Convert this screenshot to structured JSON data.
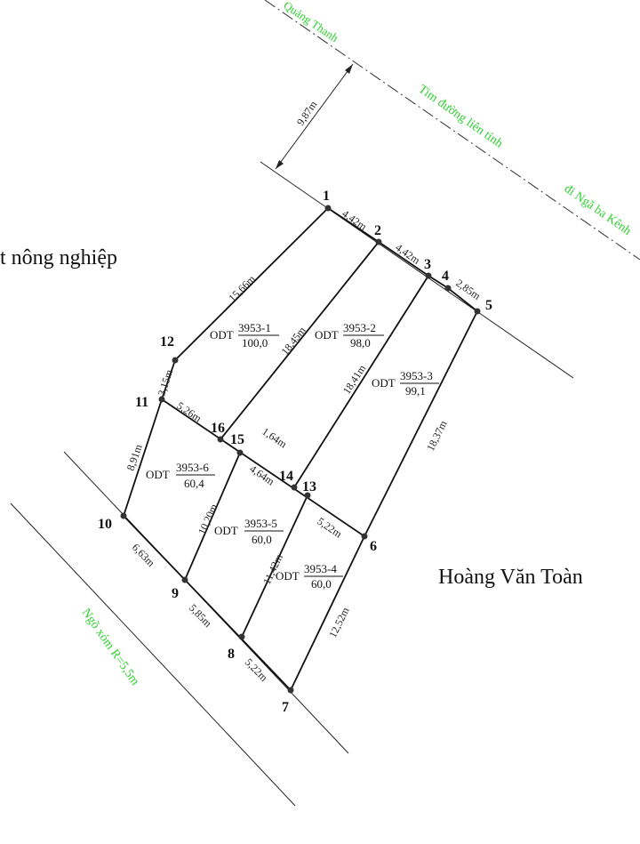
{
  "roads": {
    "top_a": "Quảng Thanh",
    "top_b": "Tim đường liên tỉnh",
    "top_c": "đi Ngã ba Kênh",
    "bottom": "Ngõ xóm R=5,5m"
  },
  "setback": "9,87m",
  "neighbors": {
    "left": "t nông nghiệp",
    "right": "Hoàng Văn Toàn"
  },
  "points": [
    "1",
    "2",
    "3",
    "4",
    "5",
    "6",
    "7",
    "8",
    "9",
    "10",
    "11",
    "12",
    "13",
    "14",
    "15",
    "16"
  ],
  "dimensions": {
    "d_1_2": "4,42m",
    "d_2_3": "4,42m",
    "d_4_5": "2,85m",
    "d_1_12": "15,66m",
    "d_2_16": "18,45m",
    "d_3_14": "18,41m",
    "d_5_6": "18,37m",
    "d_12_11": "3,15m",
    "d_11_16": "5,26m",
    "d_16_14": "1,64m",
    "d_15_13": "4,64m",
    "d_13_6": "5,22m",
    "d_11_10": "8,91m",
    "d_15_9": "10,20m",
    "d_13_8": "11,42m",
    "d_6_7": "12,52m",
    "d_10_9": "6,63m",
    "d_9_8": "5,85m",
    "d_8_7": "5,22m"
  },
  "parcels": [
    {
      "code": "ODT",
      "num": "3953-1",
      "area": "100,0"
    },
    {
      "code": "ODT",
      "num": "3953-2",
      "area": "98,0"
    },
    {
      "code": "ODT",
      "num": "3953-3",
      "area": "99,1"
    },
    {
      "code": "ODT",
      "num": "3953-4",
      "area": "60,0"
    },
    {
      "code": "ODT",
      "num": "3953-5",
      "area": "60,0"
    },
    {
      "code": "ODT",
      "num": "3953-6",
      "area": "60,4"
    }
  ]
}
